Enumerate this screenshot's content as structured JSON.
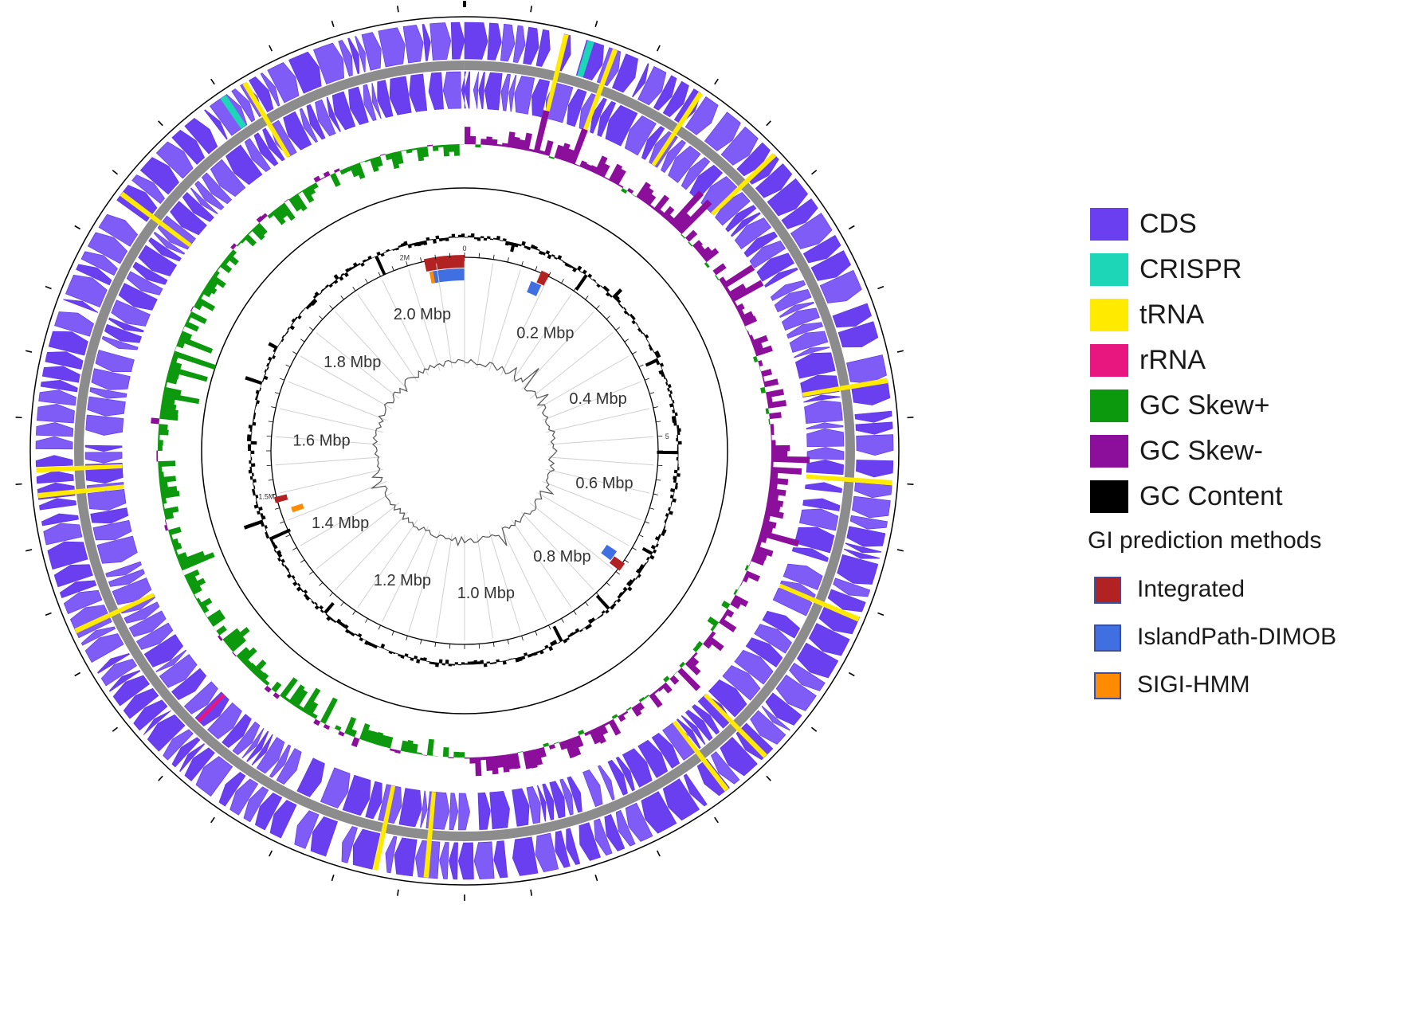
{
  "colors": {
    "cds": "#6a3ff0",
    "crispr": "#1dd6b8",
    "trna": "#ffea00",
    "rrna": "#e8177f",
    "gc_skew_pos": "#0d990d",
    "gc_skew_neg": "#8b0f9b",
    "gc_content": "#000000",
    "backbone": "#8c8c8c",
    "integrated": "#b22222",
    "islandpath": "#3f6fe0",
    "sigi": "#ff8c00"
  },
  "legend": {
    "features": [
      {
        "key": "cds",
        "label": "CDS"
      },
      {
        "key": "crispr",
        "label": "CRISPR"
      },
      {
        "key": "trna",
        "label": "tRNA"
      },
      {
        "key": "rrna",
        "label": "rRNA"
      },
      {
        "key": "gc_skew_pos",
        "label": "GC Skew+"
      },
      {
        "key": "gc_skew_neg",
        "label": "GC Skew-"
      },
      {
        "key": "gc_content",
        "label": "GC Content"
      }
    ],
    "gi_heading": "GI prediction methods",
    "gi_methods": [
      {
        "key": "integrated",
        "label": "Integrated"
      },
      {
        "key": "islandpath",
        "label": "IslandPath-DIMOB"
      },
      {
        "key": "sigi",
        "label": "SIGI-HMM"
      }
    ]
  },
  "genome_map": {
    "genome_length_mbp": 2.1,
    "ring_labels": [
      "0.2 Mbp",
      "0.4 Mbp",
      "0.6 Mbp",
      "0.8 Mbp",
      "1.0 Mbp",
      "1.2 Mbp",
      "1.4 Mbp",
      "1.6 Mbp",
      "1.8 Mbp",
      "2.0 Mbp"
    ],
    "ring_label_positions_mbp": [
      0.2,
      0.4,
      0.6,
      0.8,
      1.0,
      1.2,
      1.4,
      1.6,
      1.8,
      2.0
    ],
    "inner_ticks": [
      {
        "label": "0",
        "pos_mbp": 0.0
      },
      {
        "label": "2M",
        "pos_mbp": 2.0
      },
      {
        "label": "1.5M",
        "pos_mbp": 1.5
      },
      {
        "label": "5",
        "pos_mbp": 0.5
      }
    ],
    "trna_positions_mbp": [
      0.12,
      0.195,
      0.27,
      0.47,
      0.55,
      0.66,
      0.79,
      0.83,
      1.08,
      1.12,
      1.43,
      1.54,
      1.56,
      1.79,
      1.92,
      0.08
    ],
    "crispr_positions_mbp": [
      0.1,
      1.9
    ],
    "rrna_positions_mbp": [
      1.31
    ],
    "gi_islands": [
      {
        "method": "integrated",
        "start_mbp": 2.03,
        "end_mbp": 2.1
      },
      {
        "method": "islandpath",
        "start_mbp": 2.04,
        "end_mbp": 2.1
      },
      {
        "method": "sigi",
        "start_mbp": 2.035,
        "end_mbp": 2.042
      },
      {
        "method": "integrated",
        "start_mbp": 0.135,
        "end_mbp": 0.15
      },
      {
        "method": "islandpath",
        "start_mbp": 0.125,
        "end_mbp": 0.145
      },
      {
        "method": "integrated",
        "start_mbp": 0.73,
        "end_mbp": 0.745
      },
      {
        "method": "islandpath",
        "start_mbp": 0.72,
        "end_mbp": 0.74
      },
      {
        "method": "integrated",
        "start_mbp": 1.485,
        "end_mbp": 1.495
      },
      {
        "method": "sigi",
        "start_mbp": 1.46,
        "end_mbp": 1.47
      }
    ]
  }
}
